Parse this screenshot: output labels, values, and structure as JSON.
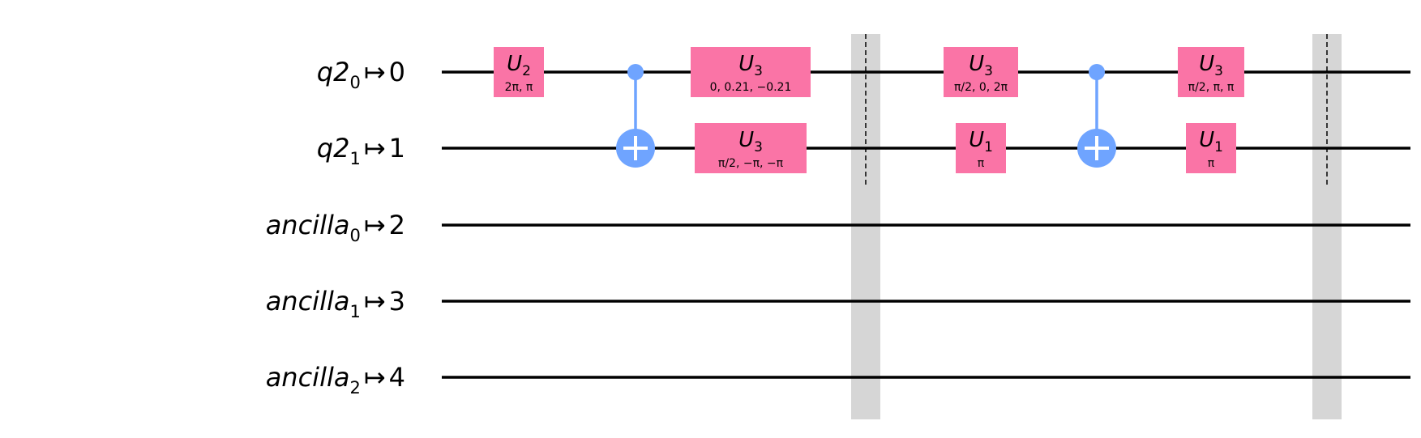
{
  "diagram": {
    "colors": {
      "background": "#ffffff",
      "wire": "#000000",
      "gate_fill": "#fa74a6",
      "control": "#6fa4ff",
      "barrier": "#d6d6d6",
      "barrier_line": "#000000"
    },
    "qubits": [
      {
        "name": "q2",
        "index": "0",
        "maps_to": "0"
      },
      {
        "name": "q2",
        "index": "1",
        "maps_to": "1"
      },
      {
        "name": "ancilla",
        "index": "0",
        "maps_to": "2"
      },
      {
        "name": "ancilla",
        "index": "1",
        "maps_to": "3"
      },
      {
        "name": "ancilla",
        "index": "2",
        "maps_to": "4"
      }
    ],
    "arrow_symbol": "↦",
    "gates": [
      {
        "qubit": 0,
        "name": "U",
        "sub": "2",
        "params": "2π, π"
      },
      {
        "qubit": 0,
        "name": "U",
        "sub": "3",
        "params": "0, 0.21, −0.21"
      },
      {
        "qubit": 1,
        "name": "U",
        "sub": "3",
        "params": "π/2, −π, −π"
      },
      {
        "qubit": 0,
        "name": "U",
        "sub": "3",
        "params": "π/2, 0, 2π"
      },
      {
        "qubit": 1,
        "name": "U",
        "sub": "1",
        "params": "π"
      },
      {
        "qubit": 0,
        "name": "U",
        "sub": "3",
        "params": "π/2, π, π"
      },
      {
        "qubit": 1,
        "name": "U",
        "sub": "1",
        "params": "π"
      }
    ],
    "cx_gates": [
      {
        "control": 0,
        "target": 1
      },
      {
        "control": 0,
        "target": 1
      }
    ],
    "barriers": [
      {
        "qubits": [
          0,
          1,
          2,
          3,
          4
        ]
      },
      {
        "qubits": [
          0,
          1,
          2,
          3,
          4
        ]
      }
    ]
  }
}
